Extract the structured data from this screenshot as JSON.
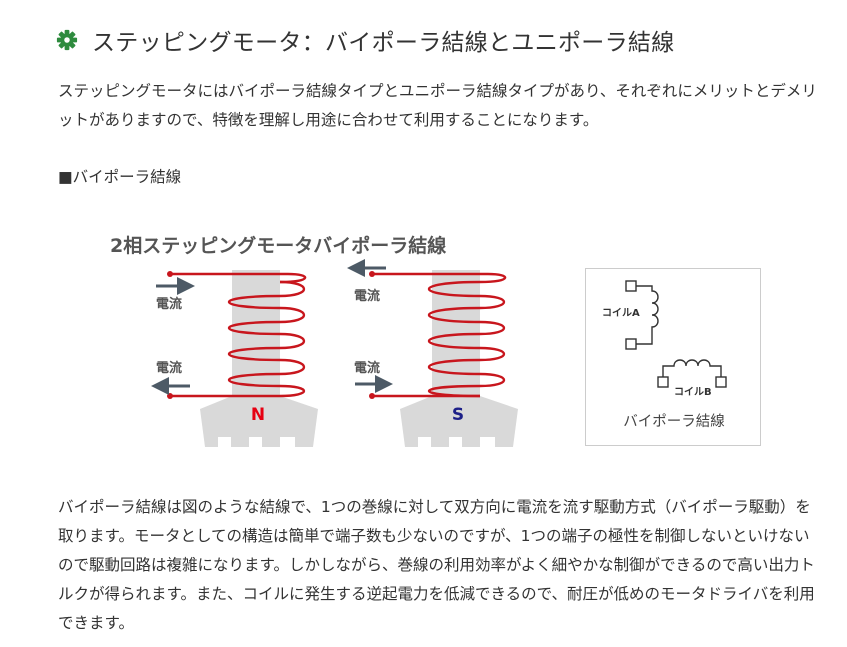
{
  "heading": {
    "title": "ステッピングモータ：バイポーラ結線とユニポーラ結線",
    "icon": "gear-icon",
    "icon_color": "#2e8b3e"
  },
  "intro": "ステッピングモータにはバイポーラ結線タイプとユニポーラ結線タイプがあり、それぞれにメリットとデメリットがありますので、特徴を理解し用途に合わせて利用することになります。",
  "section": {
    "label": "■バイポーラ結線"
  },
  "figure": {
    "title": "2相ステッピングモータバイポーラ結線",
    "current_label": "電流",
    "pole_n": "N",
    "pole_s": "S",
    "coil_color": "#c8161d",
    "n_color": "#e60012",
    "s_color": "#1d2088",
    "core_color": "#d9d9d9"
  },
  "legend": {
    "coil_a": "コイルA",
    "coil_b": "コイルB",
    "caption": "バイポーラ結線"
  },
  "body": "バイポーラ結線は図のような結線で、1つの巻線に対して双方向に電流を流す駆動方式（バイポーラ駆動）を取ります。モータとしての構造は簡単で端子数も少ないのですが、1つの端子の極性を制御しないといけないので駆動回路は複雑になります。しかしながら、巻線の利用効率がよく細やかな制御ができるので高い出力トルクが得られます。また、コイルに発生する逆起電力を低減できるので、耐圧が低めのモータドライバを利用できます。"
}
